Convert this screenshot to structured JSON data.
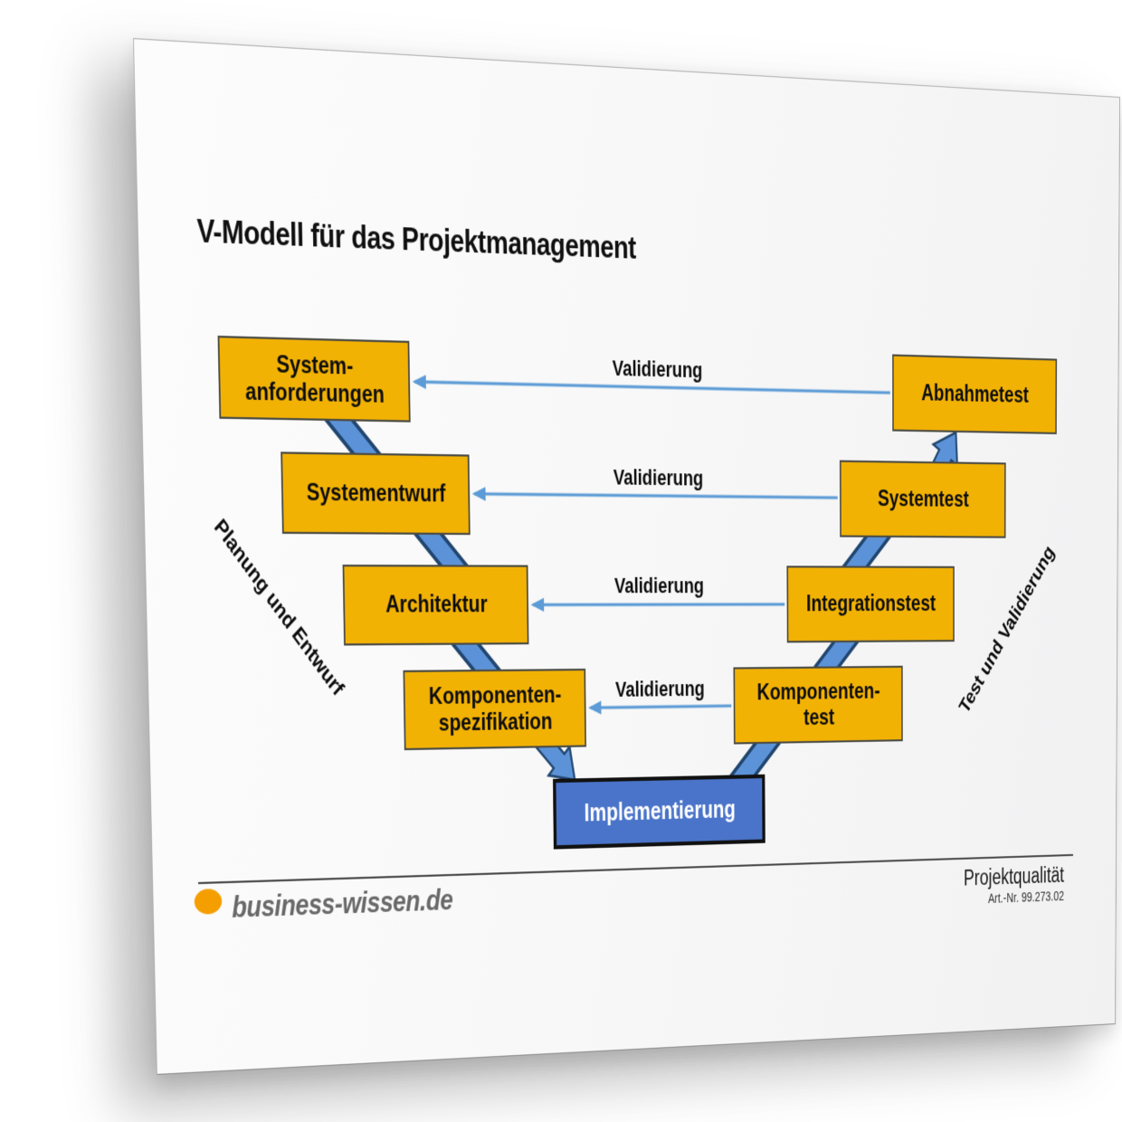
{
  "title": "V-Modell für das Projektmanagement",
  "diagram": {
    "left_phases": [
      "System-\nanforderungen",
      "Systementwurf",
      "Architektur",
      "Komponenten-\nspezifikation"
    ],
    "right_phases": [
      "Abnahmetest",
      "Systemtest",
      "Integrationstest",
      "Komponenten-\ntest"
    ],
    "center_phase": "Implementierung",
    "validation_labels": [
      "Validierung",
      "Validierung",
      "Validierung",
      "Validierung"
    ],
    "side_label_left": "Planung und Entwurf",
    "side_label_right": "Test und Validierung"
  },
  "footer": {
    "brand": "business-wissen.de",
    "doc_title": "Projektqualität",
    "art_no": "Art.-Nr. 99.273.02"
  },
  "colors": {
    "box_yellow": "#F2B204",
    "box_yellow_border": "#4C4C44",
    "band_blue": "#5C93D8",
    "band_blue_border": "#20456E",
    "thin_arrow_blue": "#5C9BD6",
    "impl_blue": "#4A74C9",
    "impl_border": "#111111",
    "logo_orange": "#F59E00",
    "brand_gray": "#696969"
  }
}
